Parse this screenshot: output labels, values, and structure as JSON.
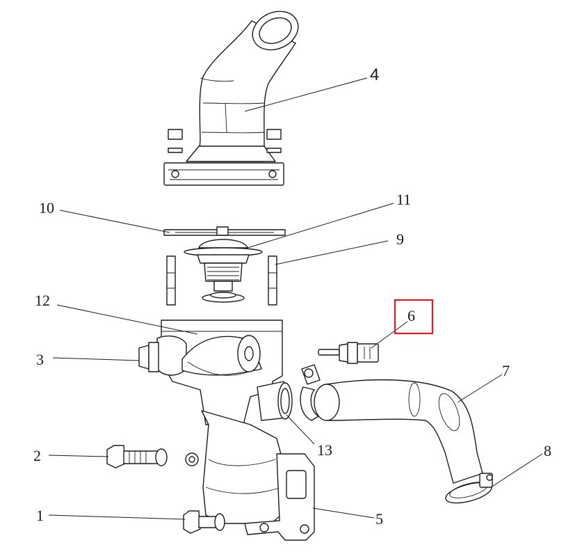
{
  "callouts": {
    "c1": "1",
    "c2": "2",
    "c3": "3",
    "c4": "4",
    "c5": "5",
    "c6": "6",
    "c7": "7",
    "c8": "8",
    "c9": "9",
    "c10": "10",
    "c11": "11",
    "c12": "12",
    "c13": "13"
  },
  "highlight": {
    "callout": "6",
    "color": "#e0191f"
  },
  "colors": {
    "line": "#1a1a1a",
    "background": "#ffffff"
  }
}
